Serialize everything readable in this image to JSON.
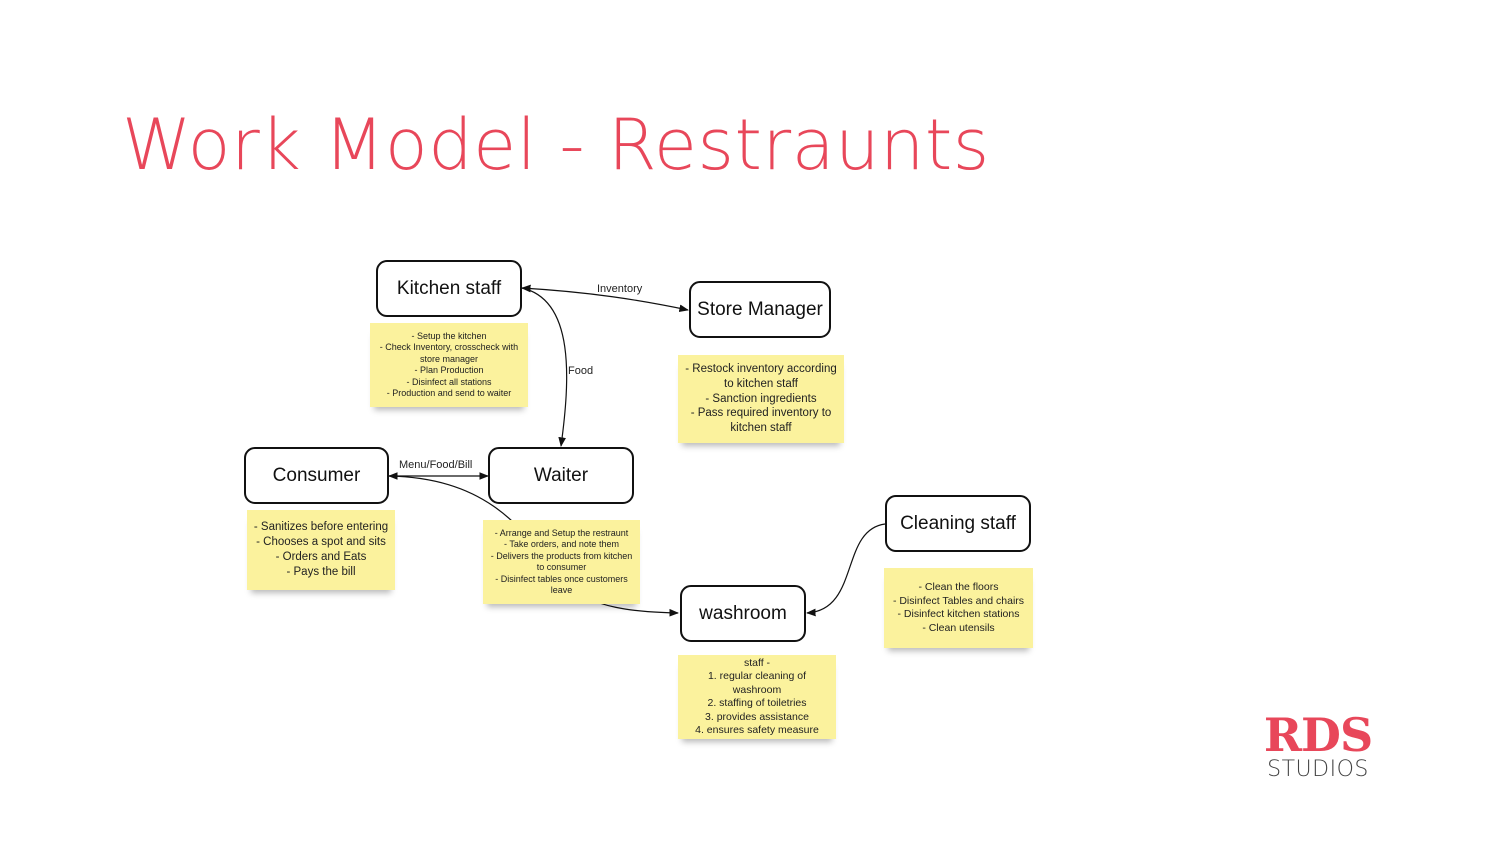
{
  "title": "Work Model - Restraunts",
  "colors": {
    "accent": "#e8475a",
    "sticky": "#fbf29d",
    "border": "#111111"
  },
  "nodes": {
    "kitchen": "Kitchen staff",
    "store": "Store Manager",
    "consumer": "Consumer",
    "waiter": "Waiter",
    "cleaning": "Cleaning staff",
    "washroom": "washroom"
  },
  "edges": {
    "inventory": "Inventory",
    "food": "Food",
    "menu": "Menu/Food/Bill"
  },
  "notes": {
    "kitchen": [
      "- Setup the kitchen",
      "- Check Inventory, crosscheck with",
      "store manager",
      "- Plan Production",
      "- Disinfect all stations",
      "- Production and send to waiter"
    ],
    "store": [
      "- Restock inventory according",
      "to kitchen staff",
      "- Sanction ingredients",
      "- Pass required inventory to",
      "kitchen staff"
    ],
    "consumer": [
      "- Sanitizes before entering",
      "- Chooses a spot and sits",
      "- Orders and Eats",
      "- Pays the bill"
    ],
    "waiter": [
      "- Arrange and Setup the restraunt",
      "- Take orders, and note them",
      "- Delivers the products from kitchen",
      "to consumer",
      "- Disinfect tables once customers",
      "leave"
    ],
    "cleaning": [
      "- Clean the floors",
      "- Disinfect Tables and chairs",
      "- Disinfect kitchen stations",
      "- Clean utensils"
    ],
    "washroom": [
      "staff -",
      "1. regular cleaning of washroom",
      "2. staffing of toiletries",
      "3. provides assistance",
      "4. ensures safety measure"
    ]
  },
  "logo": {
    "brand": "RDS",
    "sub": "STUDIOS"
  }
}
